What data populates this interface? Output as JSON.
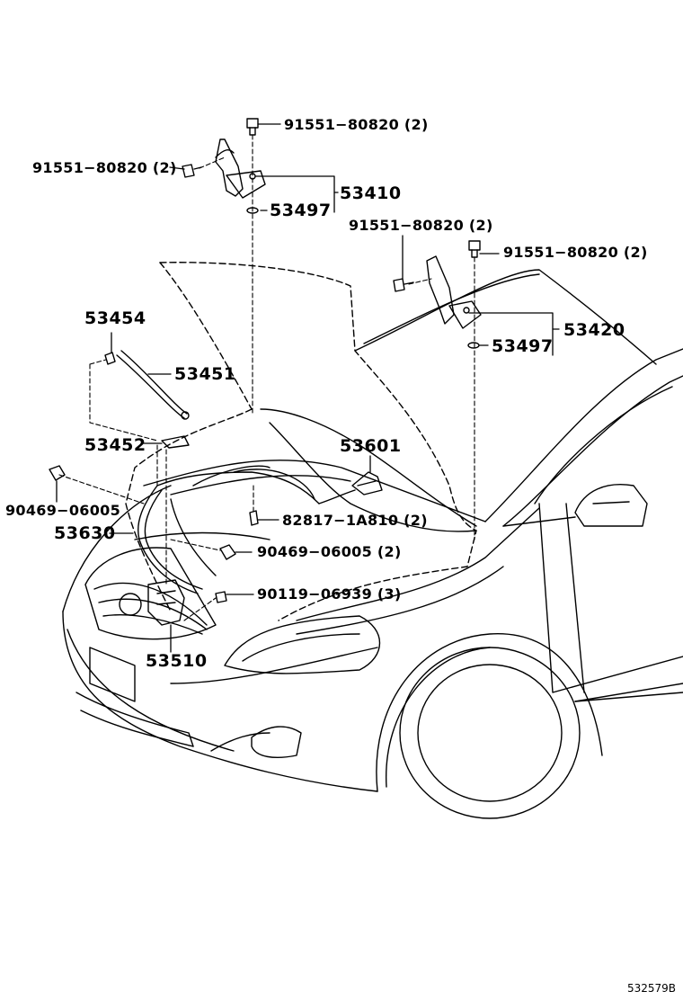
{
  "diagram": {
    "reference": "532579B",
    "labels": {
      "l_91551_top": "91551−80820 (2)",
      "l_91551_left": "91551−80820 (2)",
      "l_53410": "53410",
      "l_53497_a": "53497",
      "l_91551_mid": "91551−80820 (2)",
      "l_91551_right": "91551−80820 (2)",
      "l_53420": "53420",
      "l_53497_b": "53497",
      "l_53454": "53454",
      "l_53451": "53451",
      "l_53452": "53452",
      "l_53601": "53601",
      "l_90469_a": "90469−06005",
      "l_53630": "53630",
      "l_82817": "82817−1A810 (2)",
      "l_90469_b": "90469−06005 (2)",
      "l_90119": "90119−06939 (3)",
      "l_53510": "53510"
    }
  }
}
